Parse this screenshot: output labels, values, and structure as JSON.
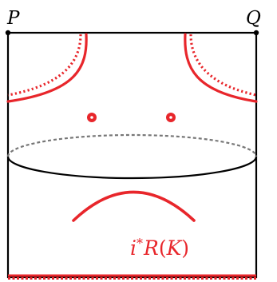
{
  "diagram": {
    "corner_labels": {
      "top_left": "P",
      "top_right": "Q"
    },
    "formula": {
      "symbol": "i",
      "superscript": "*",
      "function_name": "R",
      "open_paren": "(",
      "argument": "K",
      "close_paren": ")"
    },
    "colors": {
      "frame": "#000000",
      "accent": "#e8262b",
      "dashed_gray": "#777777"
    }
  }
}
